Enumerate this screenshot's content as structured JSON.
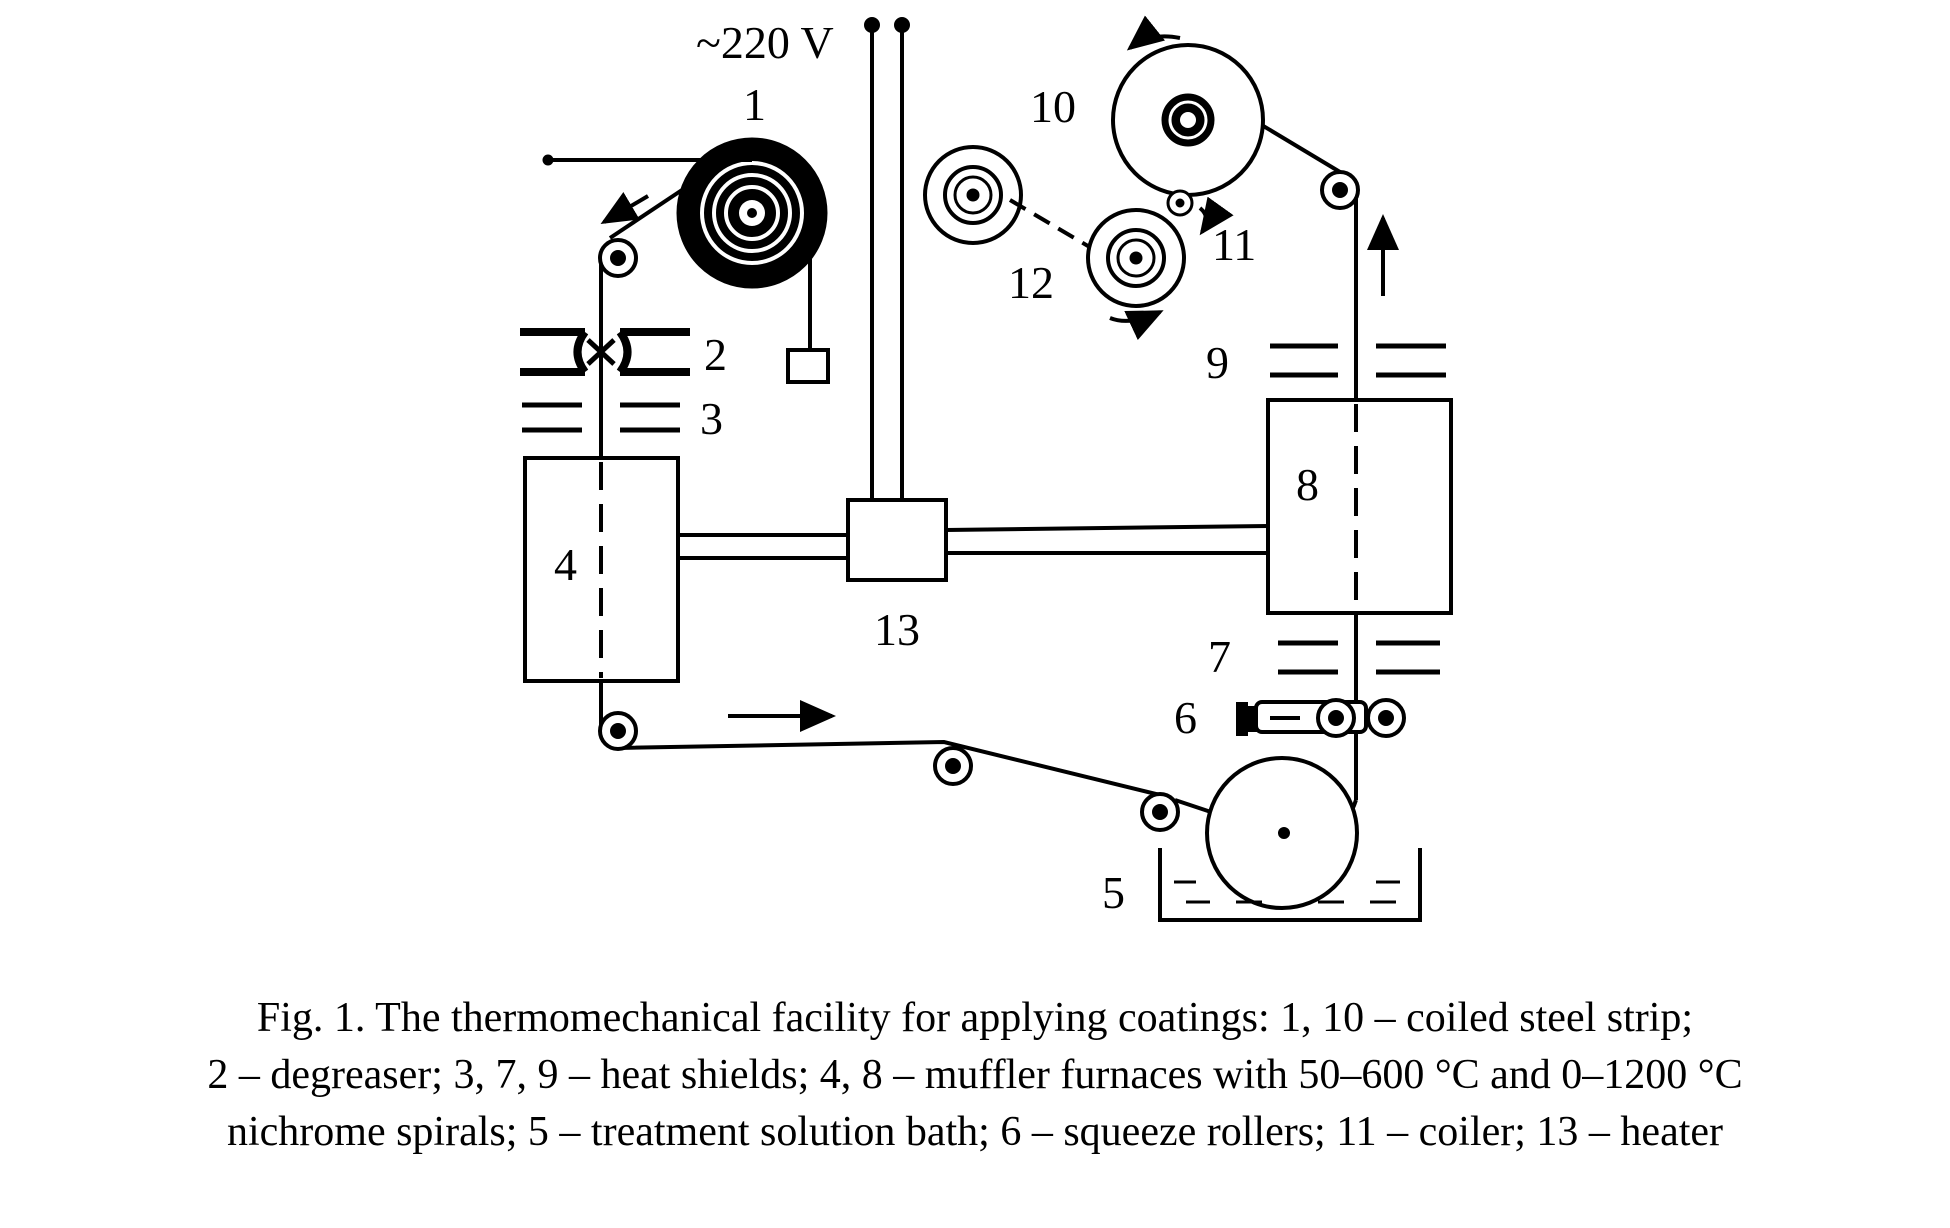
{
  "labels": {
    "voltage": "~220 V",
    "n1": "1",
    "n2": "2",
    "n3": "3",
    "n4": "4",
    "n5": "5",
    "n6": "6",
    "n7": "7",
    "n8": "8",
    "n9": "9",
    "n10": "10",
    "n11": "11",
    "n12": "12",
    "n13": "13"
  },
  "caption": {
    "line1": "Fig. 1. The thermomechanical facility for applying coatings: 1, 10 – coiled steel strip;",
    "line2": "2 – degreaser; 3, 7, 9 – heat shields; 4, 8 – muffler furnaces with 50–600 °C and 0–1200 °C",
    "line3": "nichrome spirals; 5 – treatment solution bath; 6 – squeeze rollers; 11 – coiler; 13 – heater"
  }
}
